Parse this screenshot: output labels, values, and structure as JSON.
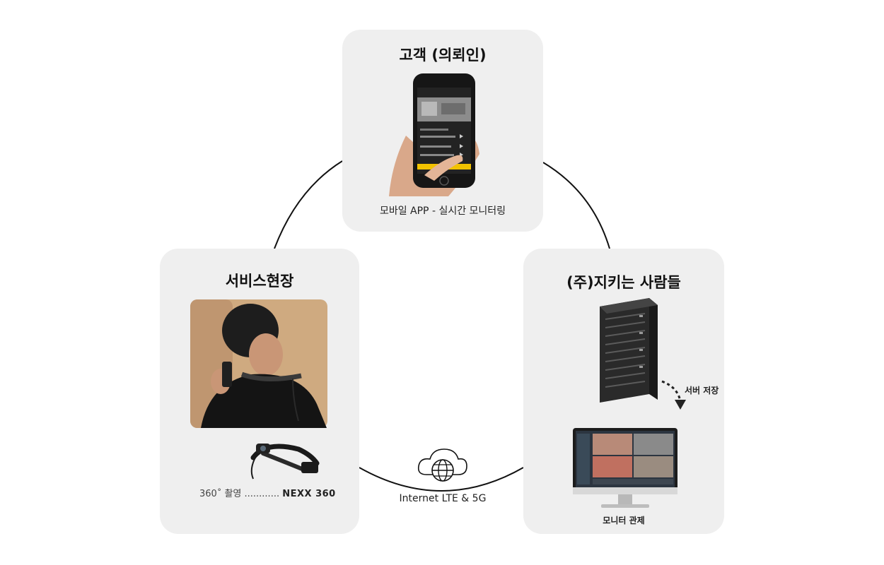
{
  "nodes": {
    "customer": {
      "title": "고객 (의뢰인)",
      "caption": "모바일 APP - 실시간 모니터링"
    },
    "field": {
      "title": "서비스현장",
      "device_prefix": "360˚ 촬영 ............",
      "device_name": "NEXX 360"
    },
    "company": {
      "title": "(주)지키는 사람들",
      "server_label": "서버 저장",
      "monitor_label": "모니터 관제"
    }
  },
  "network": {
    "label": "Internet LTE & 5G",
    "icon": "cloud-globe-icon"
  },
  "colors": {
    "card_bg": "#efefef",
    "line": "#111111",
    "accent_yellow": "#f2c200"
  }
}
